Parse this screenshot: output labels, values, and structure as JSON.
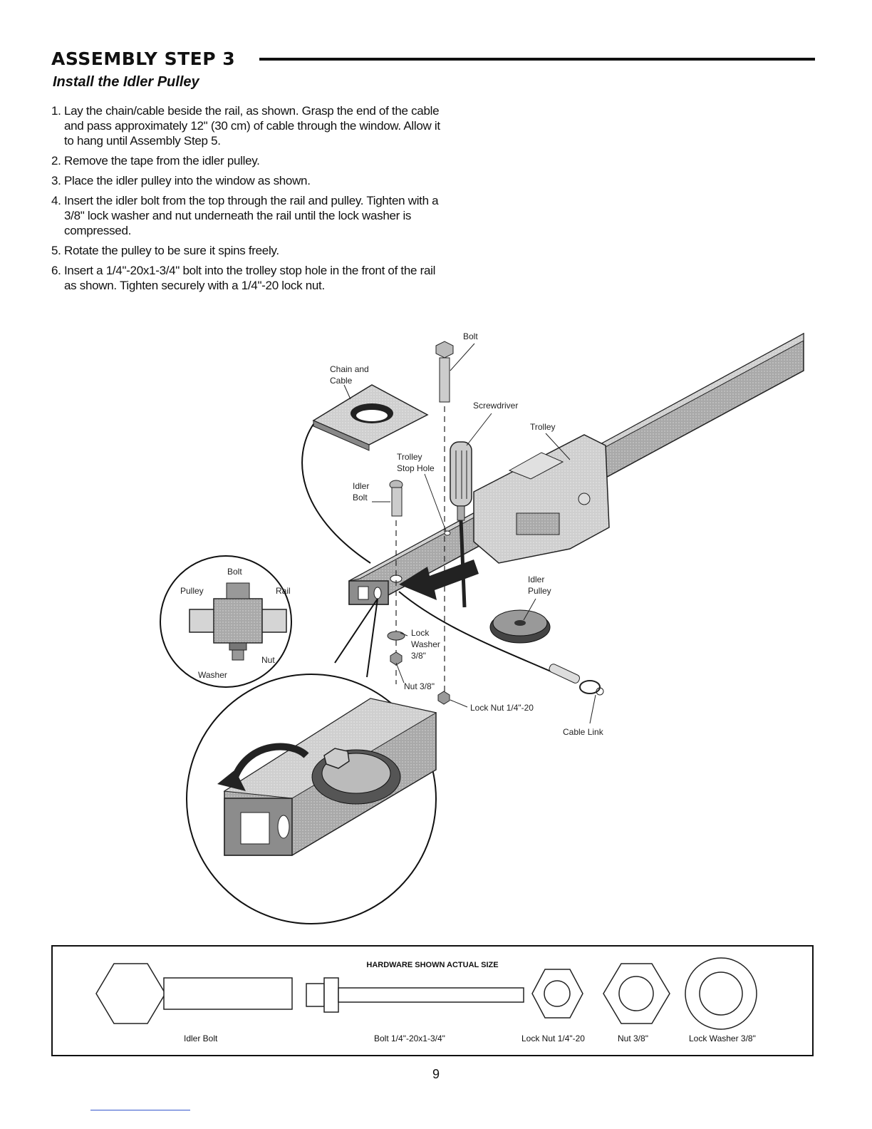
{
  "header": {
    "title": "ASSEMBLY STEP 3",
    "subtitle": "Install the Idler Pulley"
  },
  "steps": [
    {
      "num": "1.",
      "text": "Lay the chain/cable beside the rail, as shown. Grasp the end of the cable and pass approximately 12\" (30 cm) of cable through the window. Allow it to hang until Assembly Step 5."
    },
    {
      "num": "2.",
      "text": "Remove the tape from the idler pulley."
    },
    {
      "num": "3.",
      "text": "Place the idler pulley into the window as shown."
    },
    {
      "num": "4.",
      "text": "Insert the idler bolt from the top through the rail and pulley. Tighten with a 3/8\" lock washer and nut underneath the rail until the lock washer is compressed."
    },
    {
      "num": "5.",
      "text": "Rotate the pulley to be sure it spins freely."
    },
    {
      "num": "6.",
      "text": "Insert a 1/4\"-20x1-3/4\" bolt into the trolley stop hole in the front of the rail as shown. Tighten securely with a 1/4\"-20 lock nut."
    }
  ],
  "figure_labels": {
    "bolt": "Bolt",
    "chain_cable_1": "Chain and",
    "chain_cable_2": "Cable",
    "screwdriver": "Screwdriver",
    "trolley": "Trolley",
    "trolley_stop_1": "Trolley",
    "trolley_stop_2": "Stop Hole",
    "idler_bolt_1": "Idler",
    "idler_bolt_2": "Bolt",
    "idler_pulley_1": "Idler",
    "idler_pulley_2": "Pulley",
    "lock_washer_1": "Lock",
    "lock_washer_2": "Washer",
    "lock_washer_3": "3/8\"",
    "nut": "Nut 3/8\"",
    "lock_nut": "Lock Nut 1/4\"-20",
    "cable_link": "Cable Link",
    "detail_bolt": "Bolt",
    "detail_pulley": "Pulley",
    "detail_rail": "Rail",
    "detail_nut": "Nut",
    "detail_washer": "Washer"
  },
  "hardware": {
    "title": "HARDWARE SHOWN ACTUAL SIZE",
    "items": [
      {
        "label": "Idler Bolt"
      },
      {
        "label": "Bolt 1/4\"-20x1-3/4\""
      },
      {
        "label": "Lock Nut 1/4\"-20"
      },
      {
        "label": "Nut 3/8\""
      },
      {
        "label": "Lock Washer 3/8\""
      }
    ]
  },
  "page_number": "9"
}
